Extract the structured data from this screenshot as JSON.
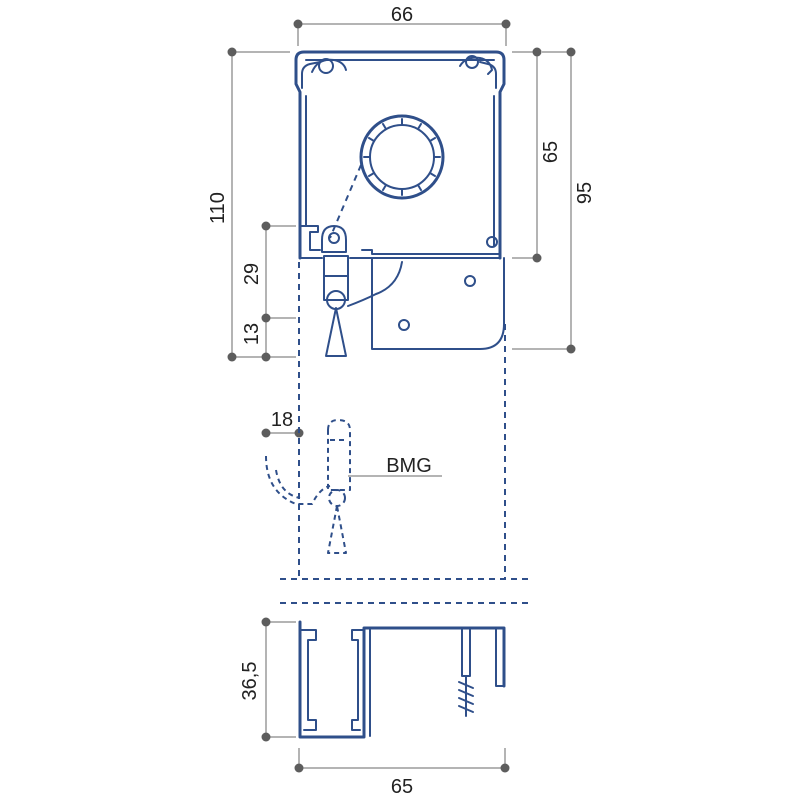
{
  "dimensions": {
    "top_width": "66",
    "total_height": "110",
    "box_height": "65",
    "right_height": "95",
    "bracket_height": "29",
    "bottom_offset": "13",
    "bmg_offset": "18",
    "rail_height": "36,5",
    "rail_width": "65"
  },
  "labels": {
    "bmg": "BMG"
  },
  "colors": {
    "profile": "#2f4f8a",
    "dimension_line": "#6a6a6a",
    "dimension_dot": "#5d5d5d"
  }
}
